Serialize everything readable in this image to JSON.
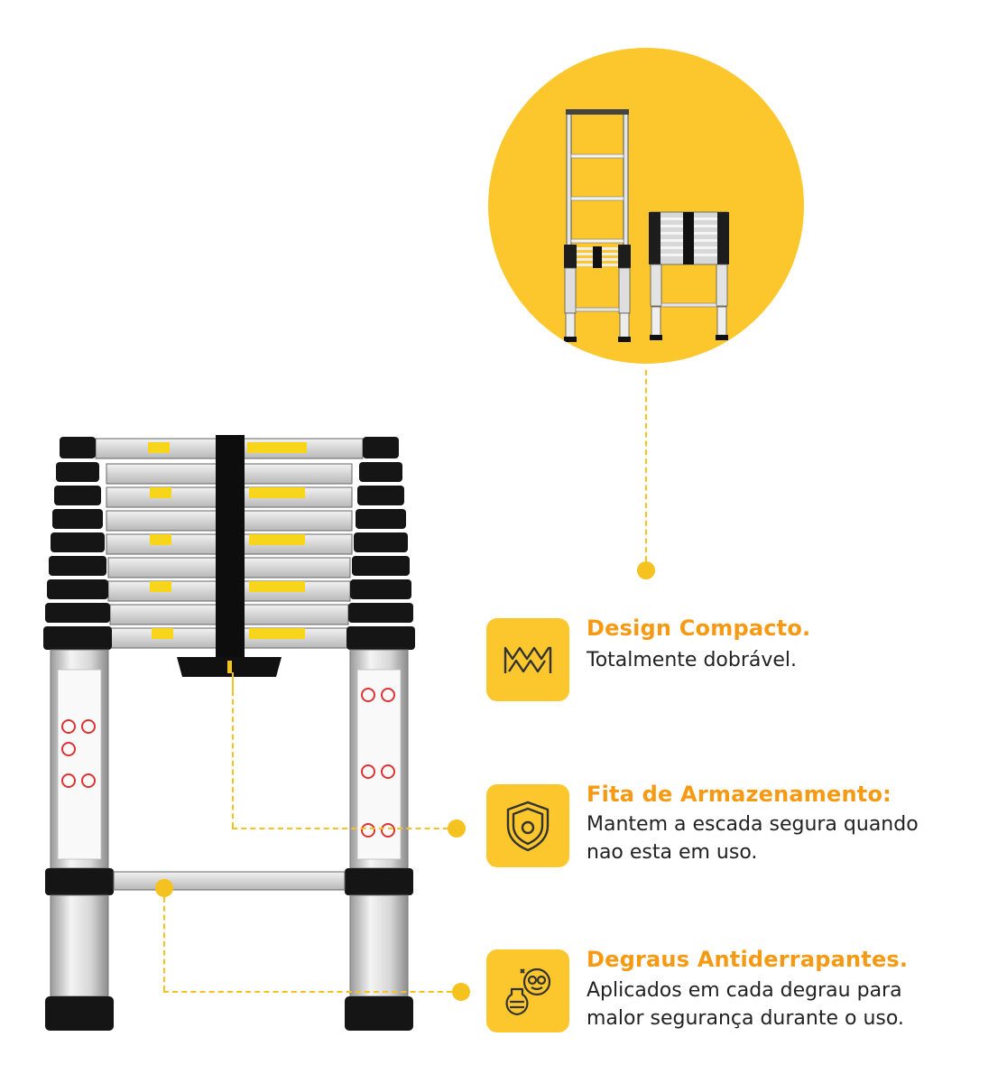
{
  "features": [
    {
      "title": "Design Compacto.",
      "lines": [
        "Totalmente dobrável."
      ],
      "icon": "zigzag-folding-icon"
    },
    {
      "title": "Fita de Armazenamento:",
      "lines": [
        "Mantem a escada segura quando",
        "nao esta em uso."
      ],
      "icon": "shield-icon"
    },
    {
      "title": "Degraus Antiderrapantes.",
      "lines": [
        "Aplicados em cada degrau para",
        "malor segurança durante o uso."
      ],
      "icon": "non-slip-steps-icon"
    }
  ],
  "colors": {
    "accent_yellow": "#fcc72c",
    "title_orange": "#f59a12",
    "text_dark": "#222222",
    "connector_yellow": "#f6c21f"
  }
}
